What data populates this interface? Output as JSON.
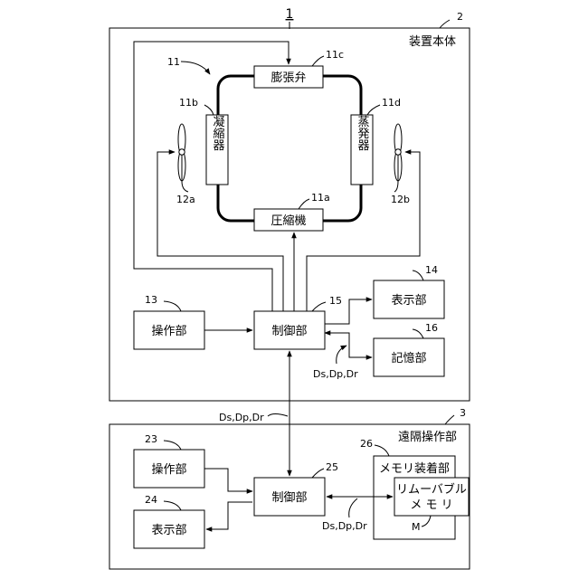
{
  "figure_number": "1",
  "main_unit": {
    "ref": "2",
    "label": "装置本体",
    "refrigerant_circuit_ref": "11",
    "expansion_valve": {
      "ref": "11c",
      "label": "膨張弁"
    },
    "condenser": {
      "ref": "11b",
      "label": "凝縮器"
    },
    "evaporator": {
      "ref": "11d",
      "label": "蒸発器"
    },
    "compressor": {
      "ref": "11a",
      "label": "圧縮機"
    },
    "fan_left": {
      "ref": "12a"
    },
    "fan_right": {
      "ref": "12b"
    },
    "operation": {
      "ref": "13",
      "label": "操作部"
    },
    "control": {
      "ref": "15",
      "label": "制御部"
    },
    "display": {
      "ref": "14",
      "label": "表示部"
    },
    "storage": {
      "ref": "16",
      "label": "記憶部"
    },
    "signals": "Ds,Dp,Dr"
  },
  "link_signals": "Ds,Dp,Dr",
  "remote_unit": {
    "ref": "3",
    "label": "遠隔操作部",
    "operation": {
      "ref": "23",
      "label": "操作部"
    },
    "control": {
      "ref": "25",
      "label": "制御部"
    },
    "display": {
      "ref": "24",
      "label": "表示部"
    },
    "memory_mount": {
      "ref": "26",
      "label": "メモリ装着部"
    },
    "removable_memory": {
      "label_line1": "リムーバブル",
      "label_line2": "メ モ リ",
      "ref": "M"
    },
    "signals": "Ds,Dp,Dr"
  }
}
